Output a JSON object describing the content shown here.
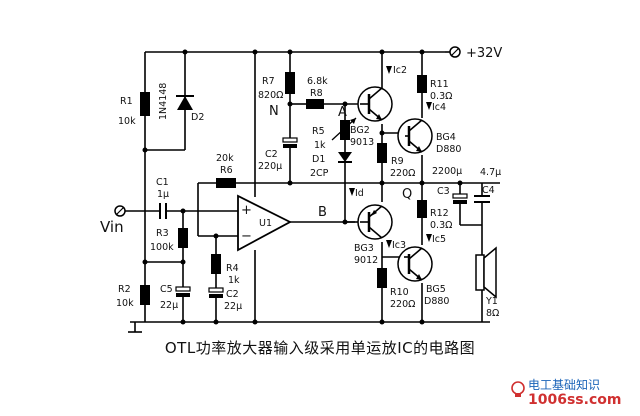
{
  "caption": "OTL功率放大器输入级采用单运放IC的电路图",
  "supply": "+32V",
  "input": "Vin",
  "components": {
    "R1": {
      "name": "R1",
      "value": "10k"
    },
    "R2": {
      "name": "R2",
      "value": "10k"
    },
    "R3": {
      "name": "R3",
      "value": "100k"
    },
    "R4": {
      "name": "R4",
      "value": "1k"
    },
    "R5": {
      "name": "R5",
      "value": "1k"
    },
    "R6": {
      "name": "R6",
      "value": "20k"
    },
    "R7": {
      "name": "R7",
      "value": "820Ω"
    },
    "R8": {
      "name": "R8",
      "value": "6.8k"
    },
    "R9": {
      "name": "R9",
      "value": "220Ω"
    },
    "R10": {
      "name": "R10",
      "value": "220Ω"
    },
    "R11": {
      "name": "R11",
      "value": "0.3Ω"
    },
    "R12": {
      "name": "R12",
      "value": "0.3Ω"
    },
    "C1": {
      "name": "C1",
      "value": "1μ"
    },
    "C2a": {
      "name": "C2",
      "value": "220μ"
    },
    "C2b": {
      "name": "C2",
      "value": "22μ"
    },
    "C3": {
      "name": "C3",
      "value": "2200μ"
    },
    "C4": {
      "name": "C4",
      "value": "4.7μ"
    },
    "C5": {
      "name": "C5",
      "value": "22μ"
    },
    "D1": {
      "name": "D1",
      "value": "2CP"
    },
    "D2": {
      "name": "D2",
      "value": "1N4148"
    },
    "BG2": {
      "name": "BG2",
      "value": "9013"
    },
    "BG3": {
      "name": "BG3",
      "value": "9012"
    },
    "BG4": {
      "name": "BG4",
      "value": "D880"
    },
    "BG5": {
      "name": "BG5",
      "value": "D880"
    },
    "U1": {
      "name": "U1"
    },
    "Y1": {
      "name": "Y1",
      "value": "8Ω"
    }
  },
  "nodes": {
    "N": "N",
    "A": "A",
    "B": "B",
    "Q": "Q"
  },
  "currents": {
    "Ic2": "Ic2",
    "Ic3": "Ic3",
    "Ic4": "Ic4",
    "Ic5": "Ic5",
    "Id": "Id"
  },
  "opamp": {
    "plus": "+",
    "minus": "−"
  },
  "watermark": {
    "line1": "电工基础知识",
    "line2": "1006ss.com"
  }
}
